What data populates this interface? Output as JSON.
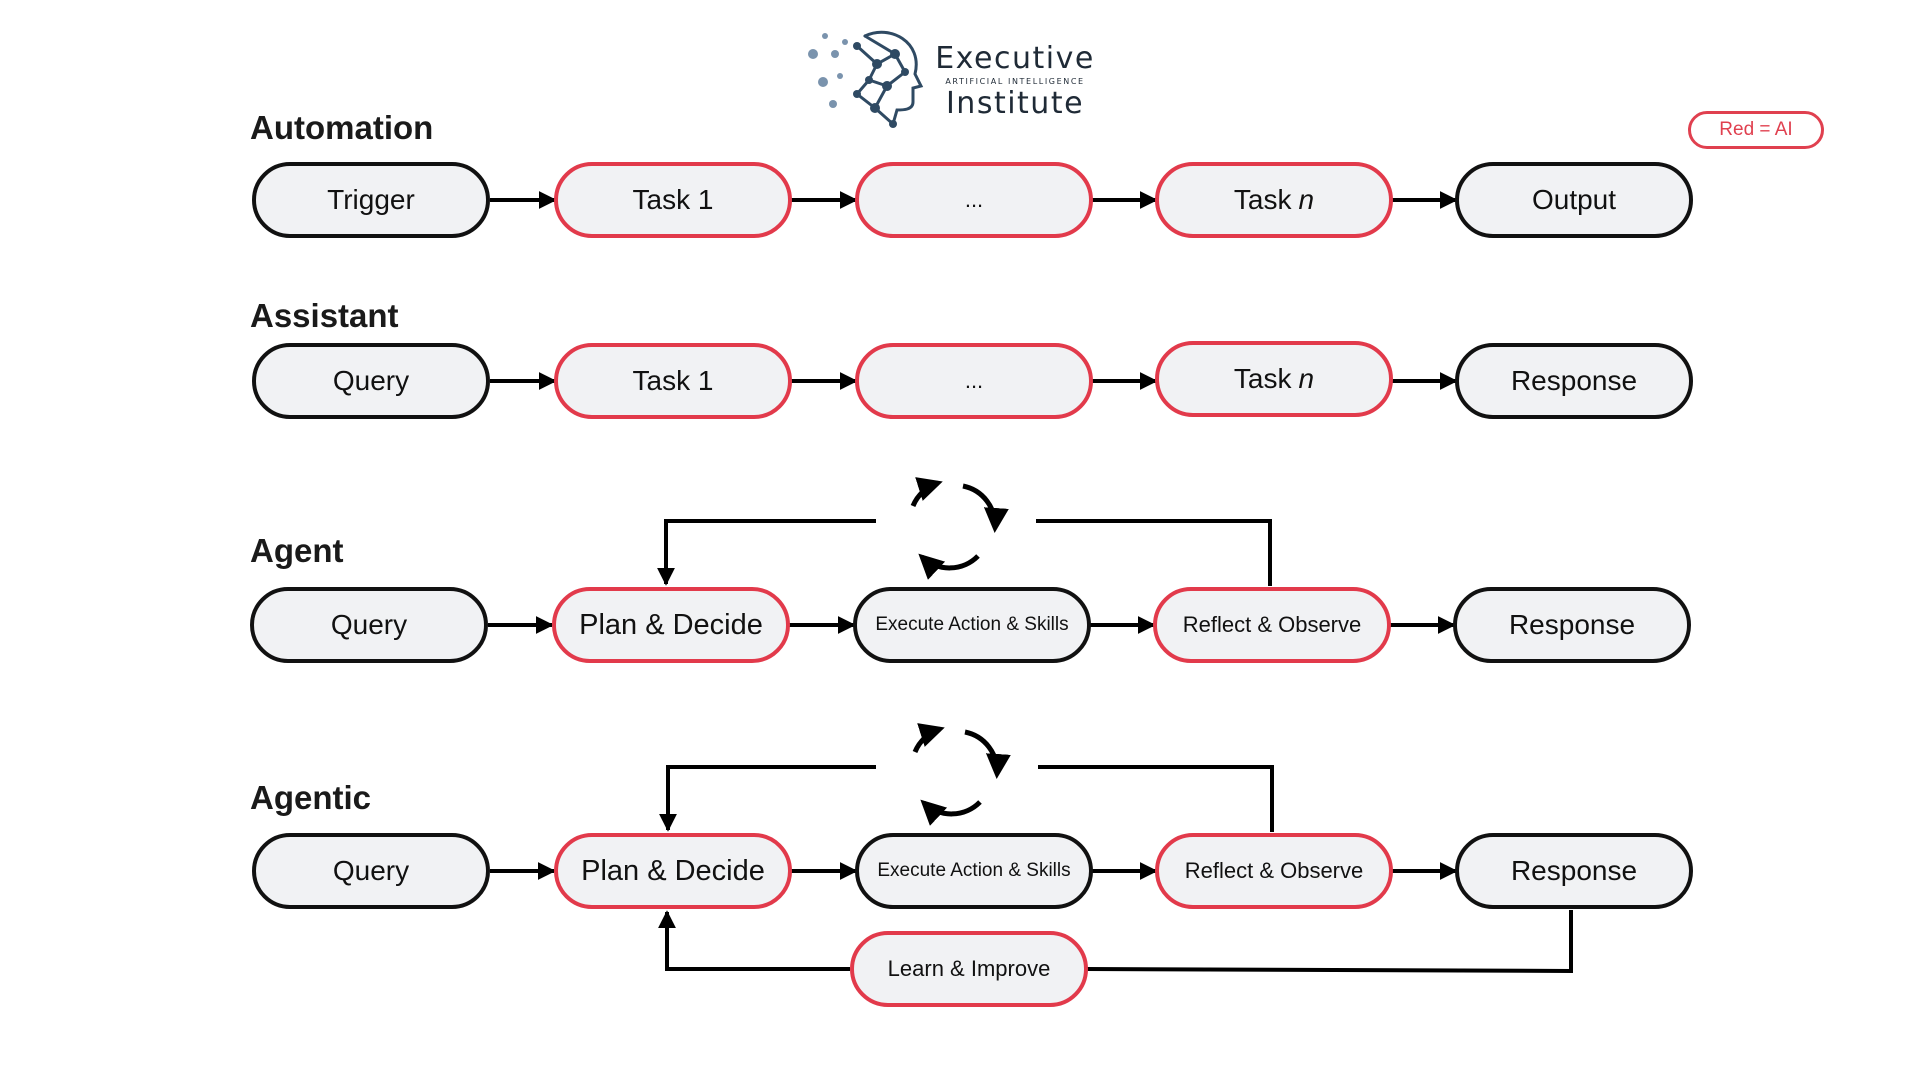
{
  "logo": {
    "title_line1": "Executive",
    "subtitle": "ARTIFICIAL INTELLIGENCE",
    "title_line2": "Institute"
  },
  "legend": {
    "label": "Red = AI"
  },
  "rows": [
    {
      "title": "Automation",
      "nodes": [
        {
          "label": "Trigger",
          "ai": false
        },
        {
          "label": "Task 1",
          "ai": true
        },
        {
          "label": "...",
          "ai": true
        },
        {
          "label": "Task",
          "suffix": "n",
          "ai": true
        },
        {
          "label": "Output",
          "ai": false
        }
      ]
    },
    {
      "title": "Assistant",
      "nodes": [
        {
          "label": "Query",
          "ai": false
        },
        {
          "label": "Task 1",
          "ai": true
        },
        {
          "label": "...",
          "ai": true
        },
        {
          "label": "Task",
          "suffix": "n",
          "ai": true
        },
        {
          "label": "Response",
          "ai": false
        }
      ]
    },
    {
      "title": "Agent",
      "nodes": [
        {
          "label": "Query",
          "ai": false
        },
        {
          "label": "Plan & Decide",
          "ai": true
        },
        {
          "label": "Execute Action & Skills",
          "ai": false
        },
        {
          "label": "Reflect & Observe",
          "ai": true
        },
        {
          "label": "Response",
          "ai": false
        }
      ]
    },
    {
      "title": "Agentic",
      "nodes": [
        {
          "label": "Query",
          "ai": false
        },
        {
          "label": "Plan & Decide",
          "ai": true
        },
        {
          "label": "Execute Action & Skills",
          "ai": false
        },
        {
          "label": "Reflect & Observe",
          "ai": true
        },
        {
          "label": "Response",
          "ai": false
        }
      ],
      "extra_node": {
        "label": "Learn & Improve",
        "ai": true
      }
    }
  ],
  "colors": {
    "ai_border": "#e23a4b",
    "default_border": "#111111",
    "pill_fill": "#f1f2f4"
  },
  "icons": [
    "cycle-arrows-icon",
    "ai-head-network-icon"
  ]
}
